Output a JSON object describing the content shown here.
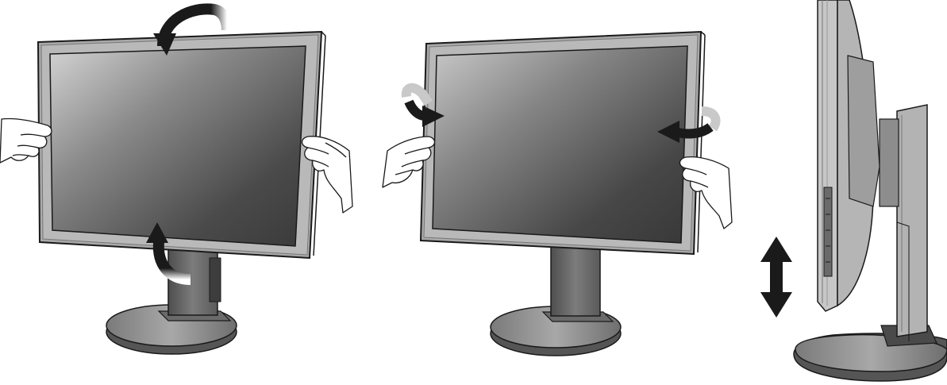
{
  "figure": {
    "panels": [
      {
        "id": "tilt",
        "description_icons": [
          "arrow-down-curved-icon",
          "arrow-up-curved-icon"
        ]
      },
      {
        "id": "swivel",
        "description_icons": [
          "arrow-right-curved-icon",
          "arrow-left-curved-icon"
        ]
      },
      {
        "id": "height",
        "description_icons": [
          "arrow-vertical-double-icon"
        ]
      }
    ]
  },
  "colors": {
    "outline": "#1a1a1a",
    "bezel": "#b5b5b5",
    "bezel_dark": "#8c8c8c",
    "screen_light": "#cfcfcf",
    "screen_dark": "#3a3a3a",
    "stand": "#6d6d6d",
    "base_top": "#9a9a9a",
    "base_side": "#555555",
    "hand_fill": "#ffffff",
    "arrow_fill": "#1a1a1a"
  }
}
